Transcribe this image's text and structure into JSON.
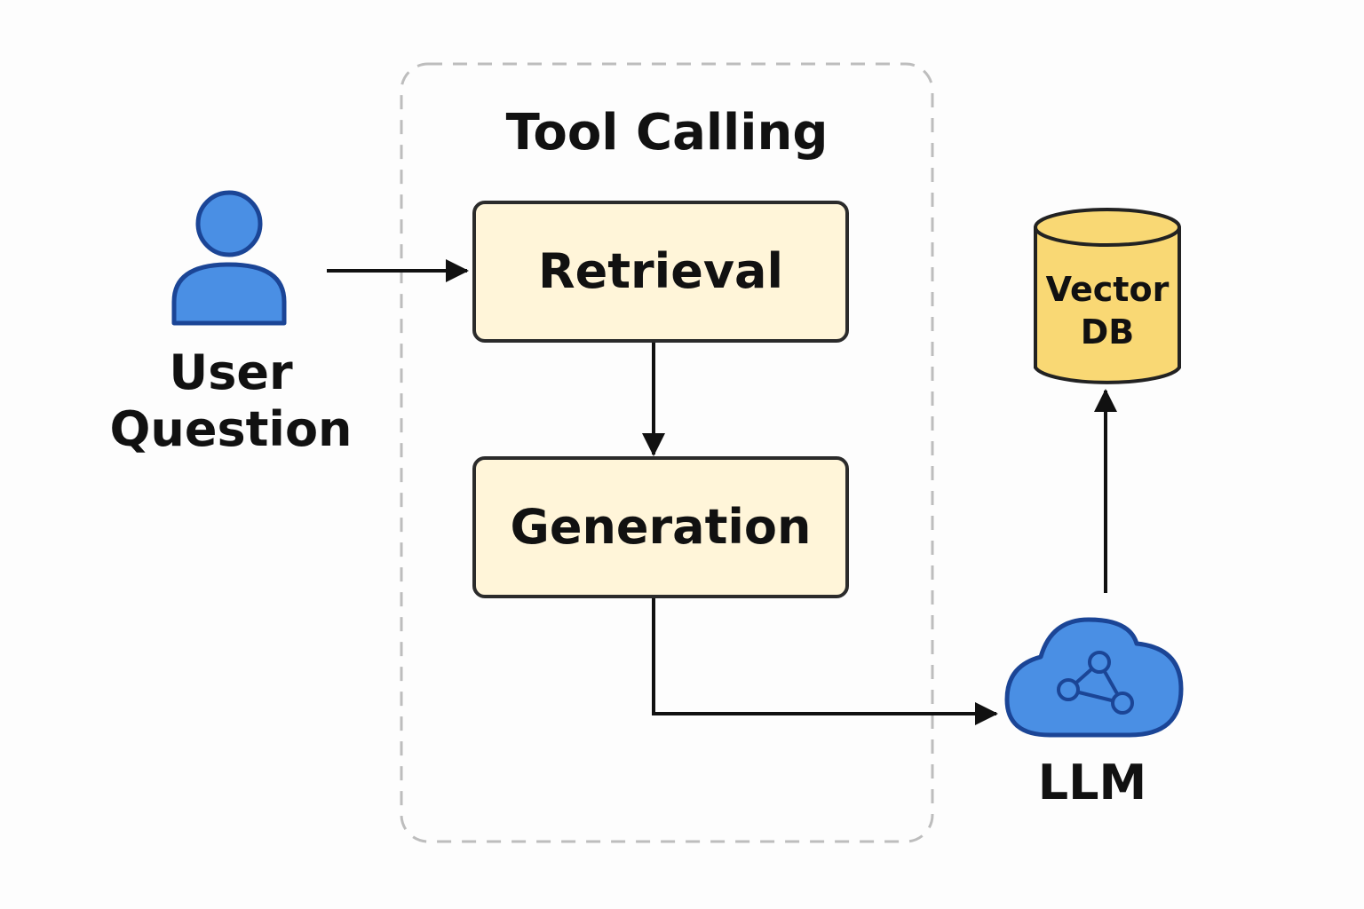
{
  "group": {
    "title": "Tool Calling"
  },
  "nodes": {
    "retrieval": {
      "label": "Retrieval"
    },
    "generation": {
      "label": "Generation"
    },
    "user": {
      "line1": "User",
      "line2": "Question"
    },
    "vector_db": {
      "line1": "Vector",
      "line2": "DB"
    },
    "llm": {
      "label": "LLM"
    }
  },
  "edges": [
    {
      "from": "user",
      "to": "retrieval"
    },
    {
      "from": "retrieval",
      "to": "generation"
    },
    {
      "from": "generation",
      "to": "llm"
    },
    {
      "from": "llm",
      "to": "vector_db"
    }
  ],
  "colors": {
    "box_fill": "#fff5d9",
    "box_stroke": "#2b2b2b",
    "icon_blue": "#4a8fe4",
    "icon_blue_stroke": "#1b4596",
    "db_fill": "#f9d874",
    "db_stroke": "#222222",
    "group_border": "#bdbdbd",
    "arrow": "#111111"
  }
}
